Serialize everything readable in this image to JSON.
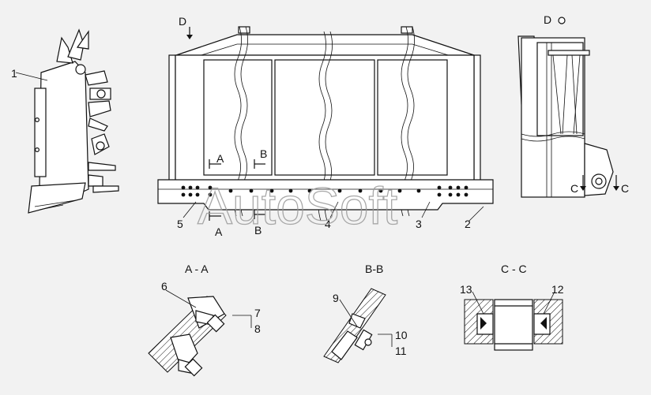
{
  "watermark": "AutoSoft",
  "view_labels": {
    "d": "D",
    "d_rot": "D",
    "c_left": "C",
    "c_right": "C",
    "a_top": "A",
    "a_bottom": "A",
    "b_top": "B",
    "b_bottom": "B"
  },
  "callouts": {
    "p1": "1",
    "p2": "2",
    "p3": "3",
    "p4": "4",
    "p5": "5",
    "p6": "6",
    "p7": "7",
    "p8": "8",
    "p9": "9",
    "p10": "10",
    "p11": "11",
    "p12": "12",
    "p13": "13"
  },
  "section_titles": {
    "aa": "A - A",
    "bb": "B-B",
    "cc": "C - C"
  },
  "colors": {
    "line": "#111111",
    "background": "#f2f2f2",
    "watermark": "#9a9a9a"
  }
}
